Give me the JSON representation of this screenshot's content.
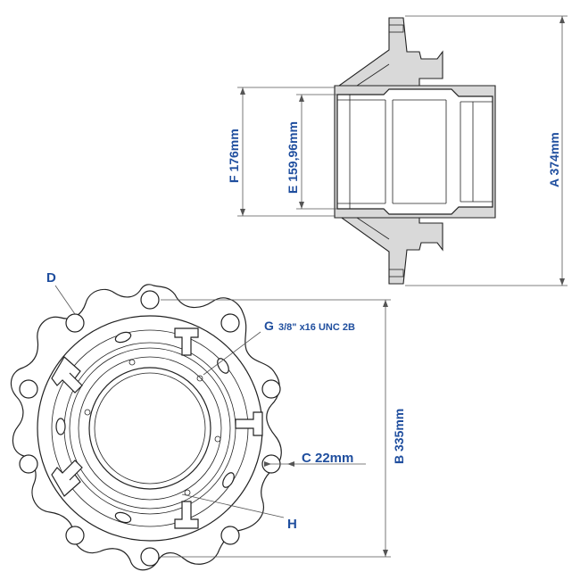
{
  "labels": {
    "a": "A 374mm",
    "b": "B 335mm",
    "c": "C 22mm",
    "d": "D",
    "e": "E 159,96mm",
    "f": "F 176mm",
    "g_letter": "G",
    "g_spec": "3/8\" x16 UNC 2B",
    "h": "H"
  },
  "colors": {
    "label": "#1f4e9e",
    "line": "#222222",
    "section_fill": "#d9d9d9"
  }
}
